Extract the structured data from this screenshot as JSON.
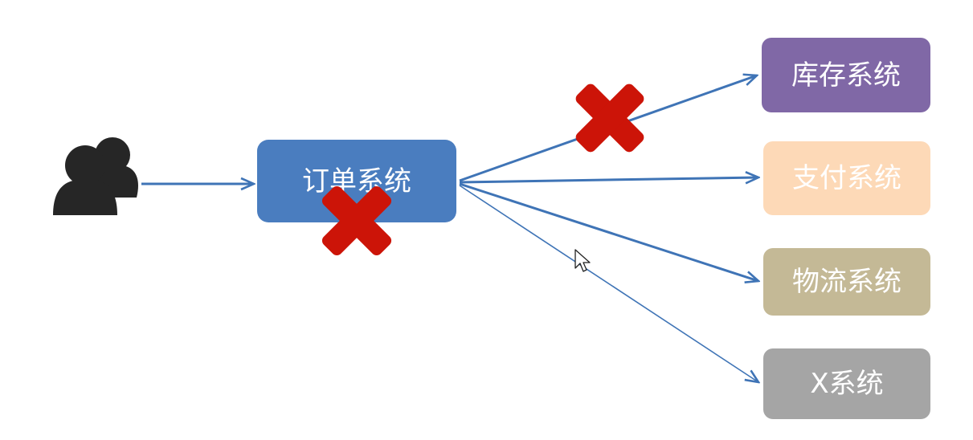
{
  "nodes": {
    "order": {
      "label": "订单系统",
      "color": "#4a7dbf"
    },
    "inventory": {
      "label": "库存系统",
      "color": "#8068a6"
    },
    "payment": {
      "label": "支付系统",
      "color": "#fdd9b7"
    },
    "logistics": {
      "label": "物流系统",
      "color": "#c4b996"
    },
    "x_system": {
      "label": "X系统",
      "color": "#a5a5a5"
    }
  },
  "colors": {
    "arrow": "#3f74b6",
    "cross": "#cc1408",
    "user_icon": "#262626"
  },
  "icons": {
    "users": "users-icon",
    "failure_marker": "red-cross-icon",
    "cursor": "mouse-cursor-icon"
  }
}
